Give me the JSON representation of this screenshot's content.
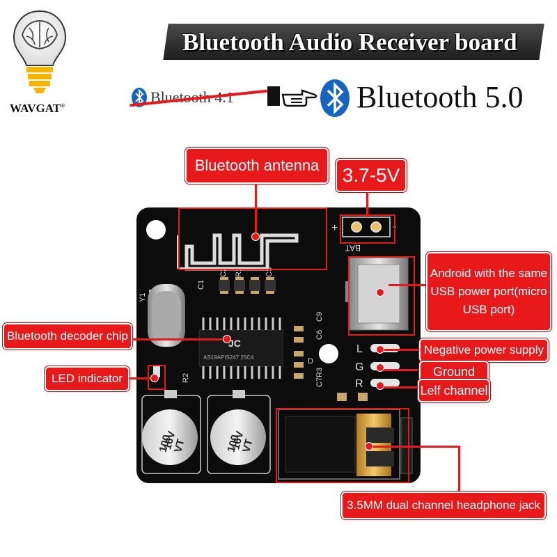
{
  "brand": {
    "name": "WAVGAT",
    "trademark": "®"
  },
  "banner": {
    "title": "Bluetooth Audio Receiver board"
  },
  "version": {
    "old_label": "Bluetooth 4.1",
    "new_label": "Bluetooth 5.0",
    "old_icon": "bluetooth-icon",
    "arrow_icon": "pointing-hand-icon",
    "new_icon": "bluetooth-icon"
  },
  "board": {
    "pin_labels": {
      "bat": "BAT",
      "plus": "+",
      "minus": "-",
      "l": "L",
      "g": "G",
      "r": "R"
    },
    "silkscreen": {
      "c1": "C1",
      "c2": "C2",
      "r1": "R1",
      "c3": "C3",
      "y1": "Y1",
      "c6": "C6",
      "c9": "C9",
      "c7r3": "C7R3",
      "r2": "R2",
      "d": "D"
    },
    "chip_marking": "AS19APIS247 25C4",
    "capacitor_text": {
      "value": "100",
      "voltage": "16V",
      "series": "VT"
    }
  },
  "callouts": {
    "antenna": "Bluetooth antenna",
    "voltage": "3.7-5V",
    "usb_line1": "Android with the same",
    "usb_line2": "USB power port(micro",
    "usb_line3": "USB port)",
    "decoder": "Bluetooth decoder chip",
    "led": "LED indicator",
    "negative": "Negative power supply",
    "ground": "Ground",
    "left": "Lelf channel",
    "jack": "3.5MM dual channel headphone jack"
  },
  "colors": {
    "accent": "#e8191b",
    "board": "#101010",
    "banner": "#2b2b2b"
  }
}
